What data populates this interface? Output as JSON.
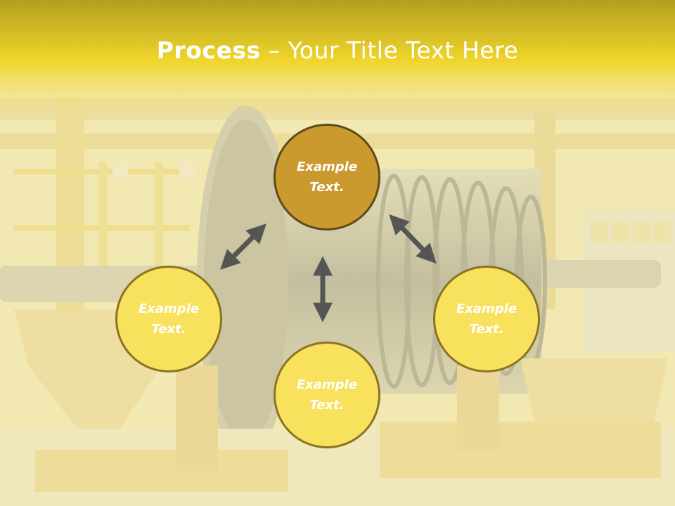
{
  "title": {
    "bold": "Process",
    "rest": " – Your Title Text Here"
  },
  "nodes": {
    "top": "Example Text.",
    "left": "Example Text.",
    "right": "Example Text.",
    "bottom": "Example Text."
  },
  "colors": {
    "header": "#f2d22e",
    "node_top": "#cb9a2e",
    "node": "#f8e15c",
    "node_border": "#8a7424",
    "arrow": "#555555"
  }
}
